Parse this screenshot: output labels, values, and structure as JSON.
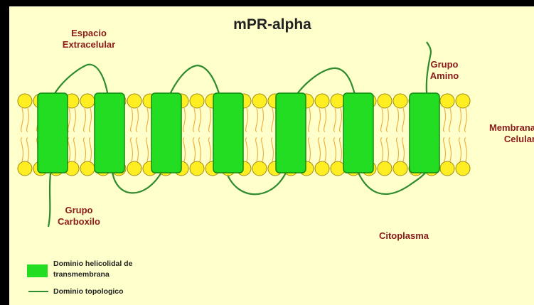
{
  "title": "mPR-alpha",
  "labels": {
    "extracellular": [
      "Espacio",
      "Extracelular"
    ],
    "amino": [
      "Grupo",
      "Amino"
    ],
    "membrane": [
      "Membrana",
      "Celular"
    ],
    "carboxyl": [
      "Grupo",
      "Carboxilo"
    ],
    "cytoplasm": "Citoplasma"
  },
  "legend": {
    "helix": [
      "Dominio helicolidal de",
      "transmembrana"
    ],
    "topology": "Dominio topologico"
  },
  "colors": {
    "background": "#ffffcc",
    "frame": "#000000",
    "helix": "#22dd22",
    "lipid_head": "#ffee22",
    "lipid_tail": "#f0b040",
    "label": "#8b1a1a"
  }
}
